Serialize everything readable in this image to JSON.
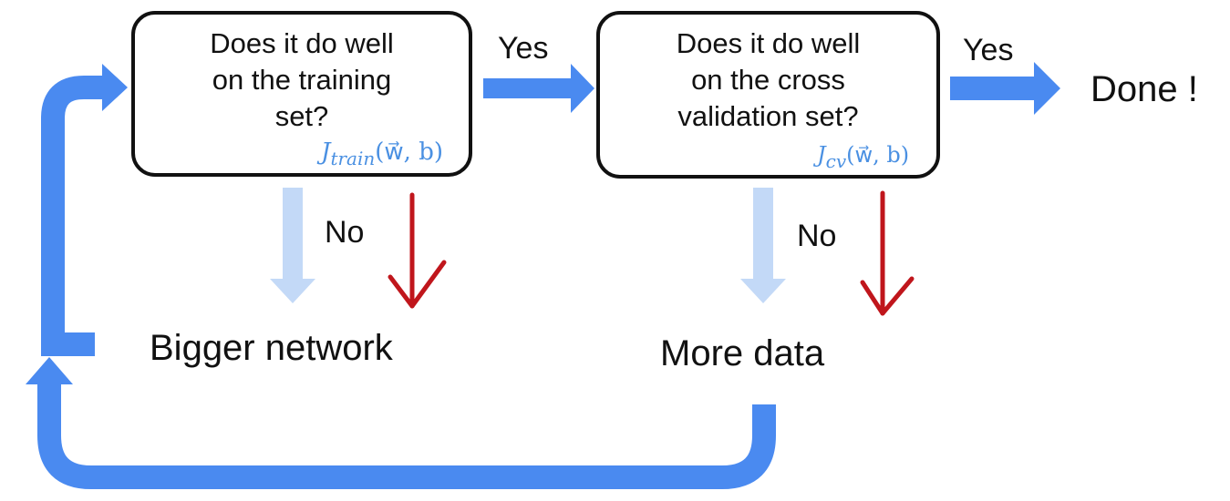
{
  "box_train": {
    "lines": [
      "Does it do well",
      "on the training",
      "set?"
    ],
    "formula_main": "J",
    "formula_sub": "train",
    "formula_args": "(w⃗, b)"
  },
  "box_cv": {
    "lines": [
      "Does it do well",
      "on the cross",
      "validation set?"
    ],
    "formula_main": "J",
    "formula_sub": "cv",
    "formula_args": "(w⃗, b)"
  },
  "labels": {
    "yes_1": "Yes",
    "yes_2": "Yes",
    "no_1": "No",
    "no_2": "No"
  },
  "outcomes": {
    "done": "Done !",
    "bigger_network": "Bigger network",
    "more_data": "More data"
  },
  "colors": {
    "blue": "#4a8af0",
    "light_blue": "#c3d9f7",
    "red": "#c0161c",
    "formula_blue": "#4a90e2"
  }
}
